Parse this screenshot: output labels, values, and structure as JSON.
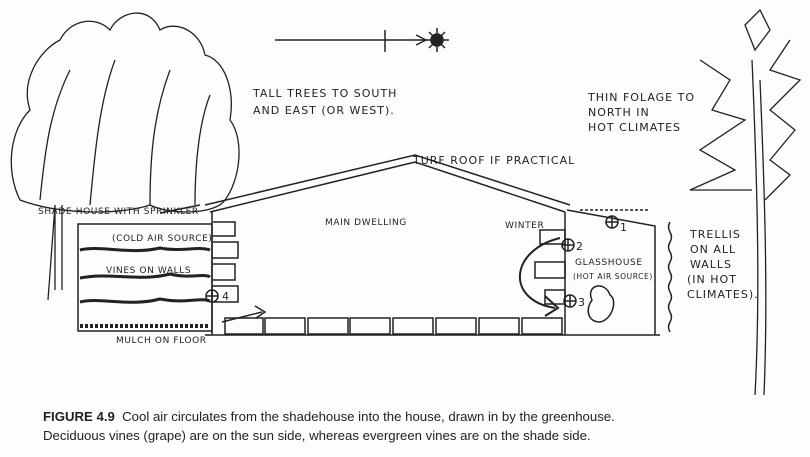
{
  "labels": {
    "tall_trees_1": "TALL TREES TO SOUTH",
    "tall_trees_2": "AND EAST (OR WEST).",
    "thin_foliage_1": "THIN FOLAGE  TO",
    "thin_foliage_2": "NORTH  IN",
    "thin_foliage_3": "HOT CLIMATES",
    "turf_roof": "TURF ROOF IF PRACTICAL",
    "shade_house": "SHADE HOUSE WITH SPRINKLER",
    "cold_air": "(COLD AIR SOURCE)",
    "vines_on_walls": "VINES ON WALLS",
    "mulch": "MULCH ON FLOOR",
    "main_dwelling": "MAIN DWELLING",
    "winter": "WINTER",
    "glasshouse": "GLASSHOUSE",
    "hot_air": "(HOT AIR SOURCE)",
    "trellis_1": "TRELLIS",
    "trellis_2": "ON ALL",
    "trellis_3": "WALLS",
    "trellis_4": "(IN HOT",
    "trellis_5": "CLIMATES).",
    "vent_1": "1",
    "vent_2": "2",
    "vent_3": "3",
    "vent_4": "4"
  },
  "caption": {
    "figure_label": "FIGURE 4.9",
    "line1": "Cool air circulates from the shadehouse into the house, drawn in by the greenhouse.",
    "line2": "Deciduous vines (grape) are on the sun side, whereas evergreen vines are on the shade side."
  }
}
